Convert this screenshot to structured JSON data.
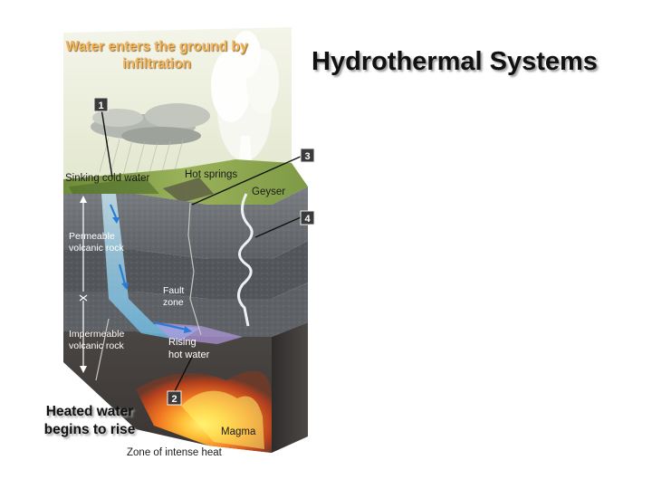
{
  "slide": {
    "title": "Hydrothermal Systems",
    "caption_top": "Water enters the ground by infiltration",
    "caption_bottom": "Heated water begins to rise"
  },
  "diagram": {
    "callouts": [
      "1",
      "2",
      "3",
      "4"
    ],
    "labels": {
      "sinking": "Sinking cold water",
      "hot_springs": "Hot springs",
      "geyser": "Geyser",
      "permeable_1": "Permeable",
      "permeable_2": "volcanic rock",
      "fault_1": "Fault",
      "fault_2": "zone",
      "impermeable_1": "Impermeable",
      "impermeable_2": "volcanic rock",
      "rising_1": "Rising",
      "rising_2": "hot water",
      "magma": "Magma",
      "heat_zone": "Zone of intense heat"
    },
    "colors": {
      "sky": "#e9ecd8",
      "cloud": "#a9b0a8",
      "ground_green": "#8aa34a",
      "permeable_rock": "#6a6e72",
      "impermeable_rock": "#3f3b39",
      "water_blue": "#9ad8f4",
      "arrow_blue": "#2a7ad8",
      "magma": "#f07a20",
      "callout_box": "#3a3a3a"
    }
  }
}
